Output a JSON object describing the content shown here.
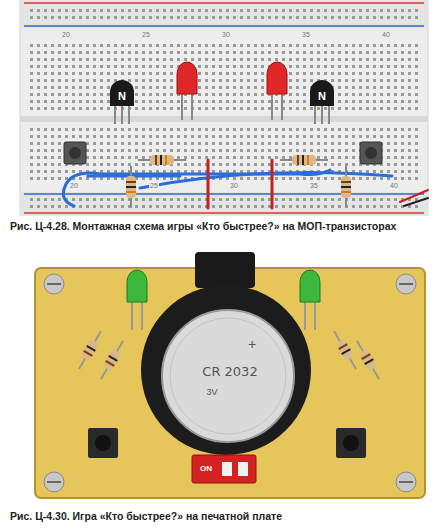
{
  "diagram": {
    "caption": "Рис. Ц-4.28. Монтажная схема игры «Кто быстрее?» на МОП-транзисторах",
    "labels": [
      "20",
      "25",
      "30",
      "35",
      "40",
      "20",
      "25",
      "30",
      "35",
      "40",
      "N",
      "N",
      "CR 2032",
      "3V",
      "+",
      "ON",
      "Рис. Ц-4.30. Игра «Кто быстрее?» на печатной плате"
    ]
  }
}
